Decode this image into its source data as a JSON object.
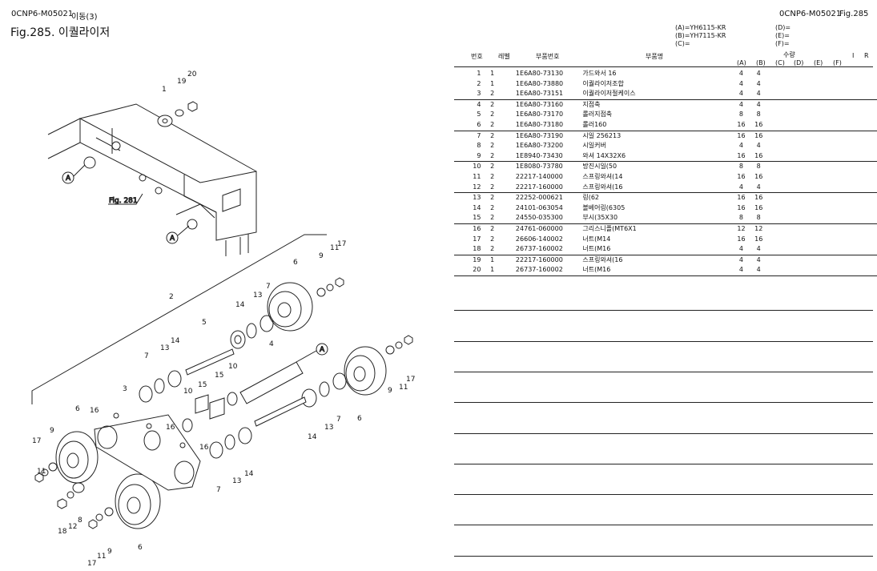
{
  "header": {
    "left_code": "0CNP6-M05021",
    "left_title": "이동(3)",
    "fig_title": "Fig.285.  이퀄라이저",
    "right_code": "0CNP6-M05021",
    "right_fig": "Fig.285"
  },
  "models": {
    "a": "(A)=YH6115-KR",
    "b": "(B)=YH7115-KR",
    "c": "(C)=",
    "d": "(D)=",
    "e": "(E)=",
    "f": "(F)="
  },
  "columns": {
    "no": "번호",
    "level": "레벨",
    "part_no": "부품번호",
    "name": "부품명",
    "qty": "수량",
    "a": "(A)",
    "b": "(B)",
    "c": "(C)",
    "d": "(D)",
    "e": "(E)",
    "f": "(F)",
    "i": "I",
    "r": "R"
  },
  "parts": [
    {
      "no": "1",
      "level": "1",
      "part_no": "1E6A80-73130",
      "name": "가드와서 16",
      "a": "4",
      "b": "4"
    },
    {
      "no": "2",
      "level": "1",
      "part_no": "1E6A80-73880",
      "name": "이퀄라이저조합",
      "a": "4",
      "b": "4"
    },
    {
      "no": "3",
      "level": "2",
      "part_no": "1E6A80-73151",
      "name": "이퀄라이저절케이스",
      "a": "4",
      "b": "4"
    },
    {
      "no": "4",
      "level": "2",
      "part_no": "1E6A80-73160",
      "name": "지점축",
      "a": "4",
      "b": "4"
    },
    {
      "no": "5",
      "level": "2",
      "part_no": "1E6A80-73170",
      "name": "롤러지점축",
      "a": "8",
      "b": "8"
    },
    {
      "no": "6",
      "level": "2",
      "part_no": "1E6A80-73180",
      "name": "롤러160",
      "a": "16",
      "b": "16"
    },
    {
      "no": "7",
      "level": "2",
      "part_no": "1E6A80-73190",
      "name": "시일 256213",
      "a": "16",
      "b": "16"
    },
    {
      "no": "8",
      "level": "2",
      "part_no": "1E6A80-73200",
      "name": "시일커버",
      "a": "4",
      "b": "4"
    },
    {
      "no": "9",
      "level": "2",
      "part_no": "1E8940-73430",
      "name": "와셔 14X32X6",
      "a": "16",
      "b": "16"
    },
    {
      "no": "10",
      "level": "2",
      "part_no": "1E8080-73780",
      "name": "방진시일(50",
      "a": "8",
      "b": "8"
    },
    {
      "no": "11",
      "level": "2",
      "part_no": "22217-140000",
      "name": "스프링와셔(14",
      "a": "16",
      "b": "16"
    },
    {
      "no": "12",
      "level": "2",
      "part_no": "22217-160000",
      "name": "스프링와셔(16",
      "a": "4",
      "b": "4"
    },
    {
      "no": "13",
      "level": "2",
      "part_no": "22252-000621",
      "name": "링(62",
      "a": "16",
      "b": "16"
    },
    {
      "no": "14",
      "level": "2",
      "part_no": "24101-063054",
      "name": "볼베어링(6305",
      "a": "16",
      "b": "16"
    },
    {
      "no": "15",
      "level": "2",
      "part_no": "24550-035300",
      "name": "부시(35X30",
      "a": "8",
      "b": "8"
    },
    {
      "no": "16",
      "level": "2",
      "part_no": "24761-060000",
      "name": "그리스니플(MT6X1",
      "a": "12",
      "b": "12"
    },
    {
      "no": "17",
      "level": "2",
      "part_no": "26606-140002",
      "name": "너트(M14",
      "a": "16",
      "b": "16"
    },
    {
      "no": "18",
      "level": "2",
      "part_no": "26737-160002",
      "name": "너트(M16",
      "a": "4",
      "b": "4"
    },
    {
      "no": "19",
      "level": "1",
      "part_no": "22217-160000",
      "name": "스프링와셔(16",
      "a": "4",
      "b": "4"
    },
    {
      "no": "20",
      "level": "1",
      "part_no": "26737-160002",
      "name": "너트(M16",
      "a": "4",
      "b": "4"
    }
  ],
  "diagram": {
    "ref_label": "Fig. 281",
    "circle_a": "A",
    "callouts": [
      "1",
      "19",
      "20",
      "2",
      "3",
      "4",
      "5",
      "6",
      "6",
      "6",
      "6",
      "7",
      "7",
      "7",
      "7",
      "8",
      "9",
      "9",
      "9",
      "9",
      "10",
      "10",
      "11",
      "11",
      "11",
      "11",
      "12",
      "13",
      "13",
      "13",
      "13",
      "14",
      "14",
      "14",
      "14",
      "15",
      "15",
      "16",
      "16",
      "16",
      "17",
      "17",
      "17",
      "17",
      "18"
    ]
  }
}
